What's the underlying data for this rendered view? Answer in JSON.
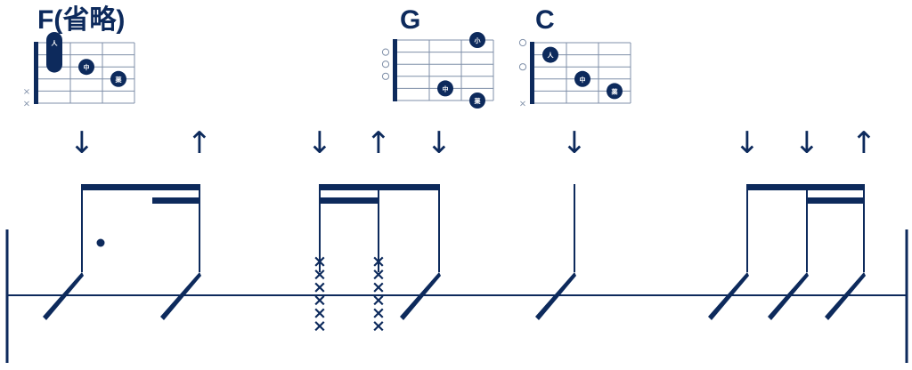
{
  "colors": {
    "ink": "#0d2a5c",
    "grid": "#7f8fa8",
    "background": "#ffffff"
  },
  "chords": [
    {
      "name": "F(省略)",
      "open_strings": [],
      "muted_strings": [
        5,
        6
      ],
      "dots": [
        {
          "string": 1,
          "fret": 1,
          "finger": "人",
          "barre_to_string": 2
        },
        {
          "string": 3,
          "fret": 2,
          "finger": "中"
        },
        {
          "string": 4,
          "fret": 3,
          "finger": "薬"
        }
      ]
    },
    {
      "name": "G",
      "open_strings": [
        2,
        3,
        4
      ],
      "muted_strings": [],
      "dots": [
        {
          "string": 1,
          "fret": 3,
          "finger": "小"
        },
        {
          "string": 5,
          "fret": 2,
          "finger": "中"
        },
        {
          "string": 6,
          "fret": 3,
          "finger": "薬"
        }
      ]
    },
    {
      "name": "C",
      "open_strings": [
        1,
        3
      ],
      "muted_strings": [
        6
      ],
      "dots": [
        {
          "string": 2,
          "fret": 1,
          "finger": "人"
        },
        {
          "string": 4,
          "fret": 2,
          "finger": "中"
        },
        {
          "string": 5,
          "fret": 3,
          "finger": "薬"
        }
      ]
    }
  ],
  "strokes": [
    {
      "direction": "down"
    },
    {
      "direction": "up"
    },
    {
      "direction": "down"
    },
    {
      "direction": "up"
    },
    {
      "direction": "down"
    },
    {
      "direction": "down"
    },
    {
      "direction": "down"
    },
    {
      "direction": "down"
    },
    {
      "direction": "up"
    }
  ],
  "rhythm": {
    "groups": [
      {
        "notes": [
          "eighth",
          "sixteenth"
        ],
        "dotted_first": true
      },
      {
        "notes": [
          "sixteenth",
          "sixteenth",
          "eighth"
        ],
        "muted_notes": [
          1,
          2
        ]
      },
      {
        "notes": [
          "quarter"
        ]
      },
      {
        "notes": [
          "eighth",
          "sixteenth",
          "sixteenth"
        ]
      }
    ]
  },
  "symbols": {
    "up": "↑",
    "down": "↓",
    "mute": "×",
    "open": "○"
  }
}
